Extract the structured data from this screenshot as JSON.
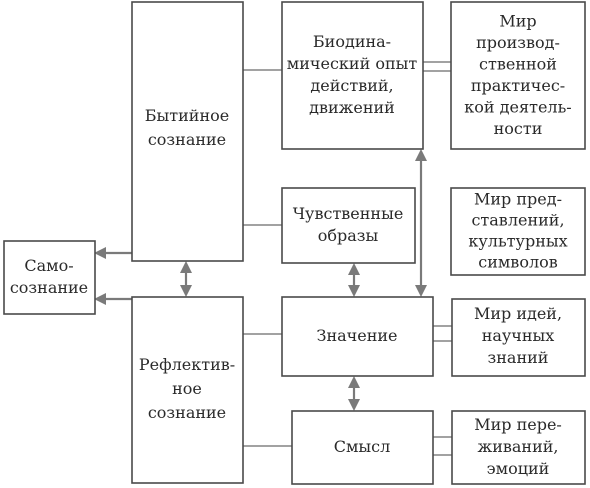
{
  "nodes": {
    "being_consciousness": [
      "Бытийное",
      "сознание"
    ],
    "reflective_consciousness": [
      "Рефлектив-",
      "ное",
      "сознание"
    ],
    "self_consciousness": [
      "Само-",
      "сознание"
    ],
    "biodynamic_experience": [
      "Биодина-",
      "мический опыт",
      "действий,",
      "движений"
    ],
    "sensory_images": [
      "Чувственные",
      "образы"
    ],
    "meaning": [
      "Значение"
    ],
    "sense": [
      "Смысл"
    ],
    "world_production": [
      "Мир",
      "производ-",
      "ственной",
      "практичес-",
      "кой деятель-",
      "ности"
    ],
    "world_representations": [
      "Мир пред-",
      "ставлений,",
      "культурных",
      "символов"
    ],
    "world_ideas": [
      "Мир идей,",
      "научных",
      "знаний"
    ],
    "world_experiences": [
      "Мир пере-",
      "живаний,",
      "эмоций"
    ]
  }
}
